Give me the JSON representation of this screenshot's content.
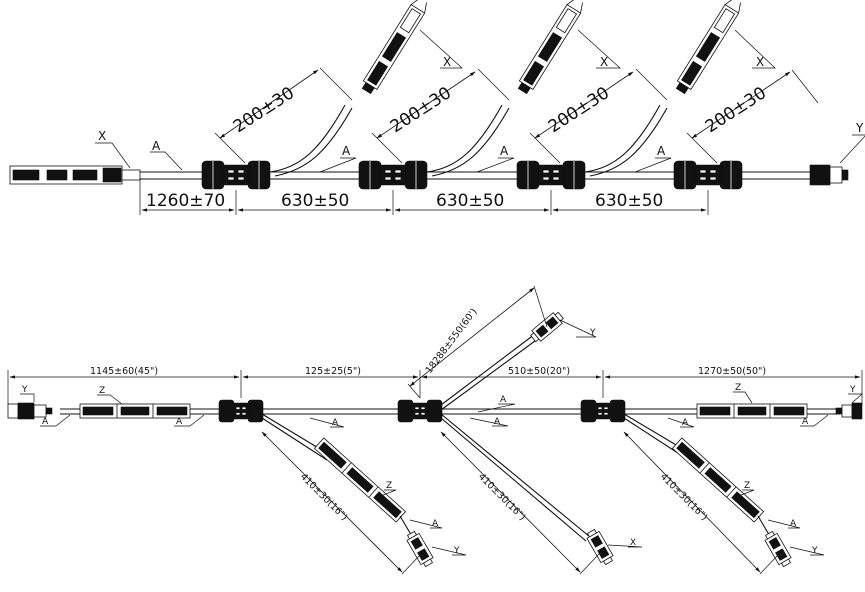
{
  "colors": {
    "ink": "#111111",
    "paper": "#ffffff"
  },
  "top_view": {
    "dims": {
      "d1": "1260±70",
      "d2": "630±50",
      "d3": "630±50",
      "d4": "630±50"
    },
    "branch_dims": [
      "200±30",
      "200±30",
      "200±30",
      "200±30"
    ],
    "labels": {
      "x_left": "X",
      "a_left": "A",
      "y_right": "Y",
      "x_b1": "X",
      "x_b2": "X",
      "x_b3": "X",
      "a_b1": "A",
      "a_b2": "A",
      "a_b3": "A"
    }
  },
  "bottom_view": {
    "dims": {
      "d1": "1145±60(45\")",
      "d2": "125±25(5\")",
      "d3": "510±50(20\")",
      "d4": "1270±50(50\")",
      "long": "18288±550(60')",
      "diag1": "410±30(16\")",
      "diag2": "410±30(16\")",
      "diag3": "410±30(16\")"
    },
    "labels": {
      "y_left": "Y",
      "z_left": "Z",
      "a_left1": "A",
      "a_left2": "A",
      "y_top": "Y",
      "a_mid1": "A",
      "a_mid2": "A",
      "z_d1": "Z",
      "a_d1": "A",
      "y_d1": "Y",
      "x_d2": "X",
      "z_d3": "Z",
      "a_d3": "A",
      "y_d3": "Y",
      "z_right": "Z",
      "a_right": "A",
      "y_right": "Y"
    }
  }
}
